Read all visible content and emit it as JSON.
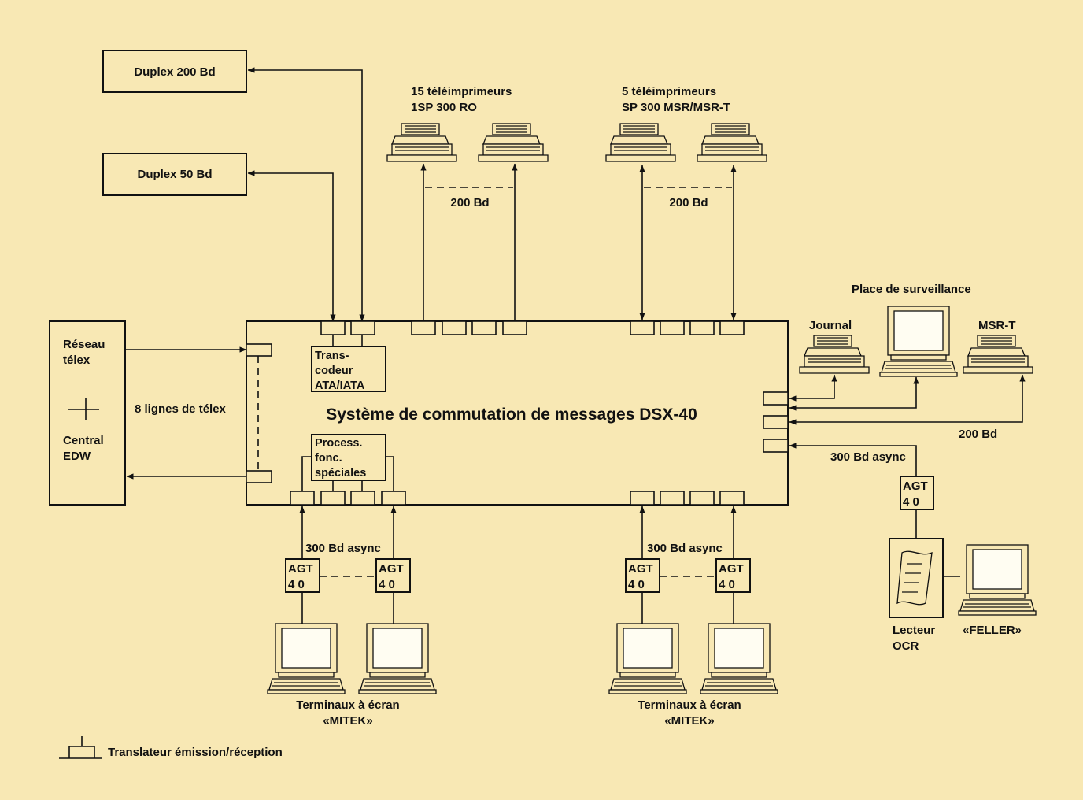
{
  "colors": {
    "paper": "#f8e8b4",
    "ink": "#111111"
  },
  "labels": {
    "duplex200": "Duplex 200 Bd",
    "duplex50": "Duplex 50 Bd",
    "tp15_line1": "15 téléimprimeurs",
    "tp15_line2": "1SP 300 RO",
    "tp5_line1": "5 téléimprimeurs",
    "tp5_line2": "SP 300 MSR/MSR-T",
    "bd200_left": "200 Bd",
    "bd200_right": "200 Bd",
    "bd200_monitor": "200 Bd",
    "surveillance": "Place de surveillance",
    "journal": "Journal",
    "msrt": "MSR-T",
    "reseau_line1": "Réseau",
    "reseau_line2": "télex",
    "central_line1": "Central",
    "central_line2": "EDW",
    "telex_lines": "8 lignes de télex",
    "transcodeur_line1": "Trans-",
    "transcodeur_line2": "codeur",
    "transcodeur_line3": "ATA/IATA",
    "process_line1": "Process.",
    "process_line2": "fonc.",
    "process_line3": "spéciales",
    "system_title": "Système de commutation de messages DSX-40",
    "async_left": "300 Bd async",
    "async_mid": "300 Bd async",
    "async_right": "300 Bd async",
    "agt_top": "AGT",
    "agt_bottom": "4 0",
    "lecteur_line1": "Lecteur",
    "lecteur_line2": "OCR",
    "feller": "«FELLER»",
    "terminaux_left_line1": "Terminaux à écran",
    "terminaux_left_line2": "«MITEK»",
    "terminaux_right_line1": "Terminaux à écran",
    "terminaux_right_line2": "«MITEK»",
    "legend": "Translateur émission/réception"
  },
  "icons": [
    "teleprinter-icon",
    "terminal-icon",
    "ocr-reader-icon",
    "translator-legend-icon"
  ]
}
